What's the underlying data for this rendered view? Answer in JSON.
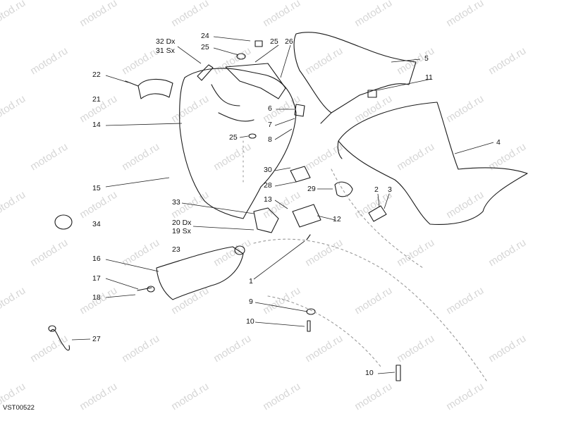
{
  "diagram": {
    "code": "VST00522",
    "watermark": "motod.ru",
    "callouts": [
      "24",
      "32 Dx",
      "31 Sx",
      "25",
      "25",
      "26",
      "5",
      "22",
      "11",
      "21",
      "6",
      "14",
      "7",
      "25",
      "8",
      "4",
      "30",
      "15",
      "28",
      "29",
      "2",
      "3",
      "13",
      "33",
      "12",
      "20 Dx",
      "19 Sx",
      "34",
      "23",
      "16",
      "1",
      "17",
      "18",
      "9",
      "10",
      "27",
      "10"
    ]
  }
}
